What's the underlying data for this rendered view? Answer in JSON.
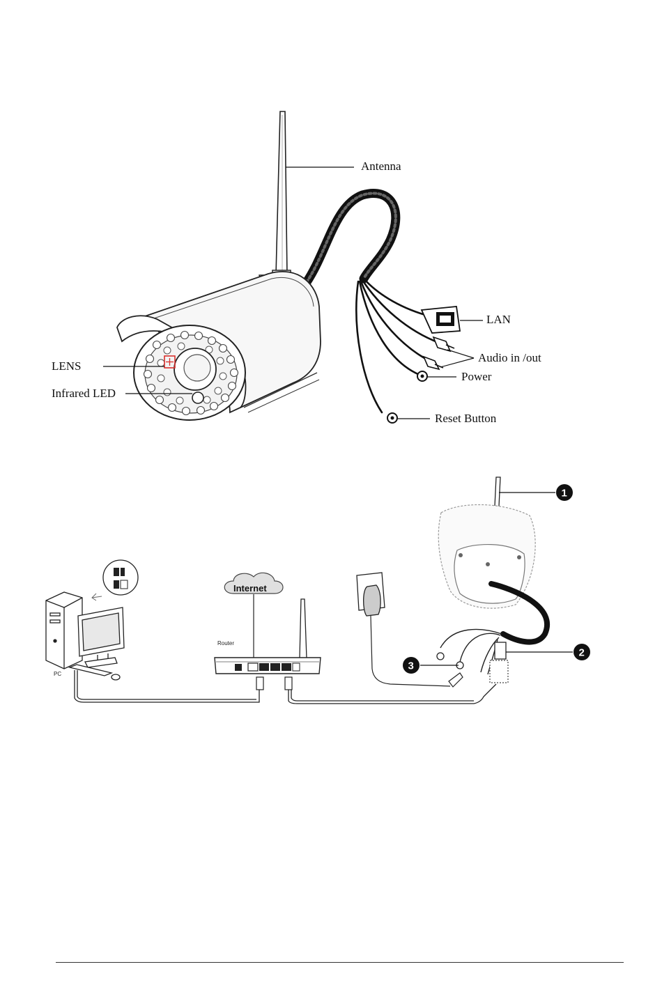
{
  "camera_diagram": {
    "labels": {
      "antenna": "Antenna",
      "lan": "LAN",
      "audio": "Audio in /out",
      "power": "Power",
      "reset": "Reset Button",
      "lens": "LENS",
      "infrared": "Infrared LED"
    }
  },
  "connection_diagram": {
    "labels": {
      "internet": "Internet",
      "router": "Router",
      "pc": "PC"
    },
    "callouts": [
      "1",
      "2",
      "3"
    ]
  }
}
